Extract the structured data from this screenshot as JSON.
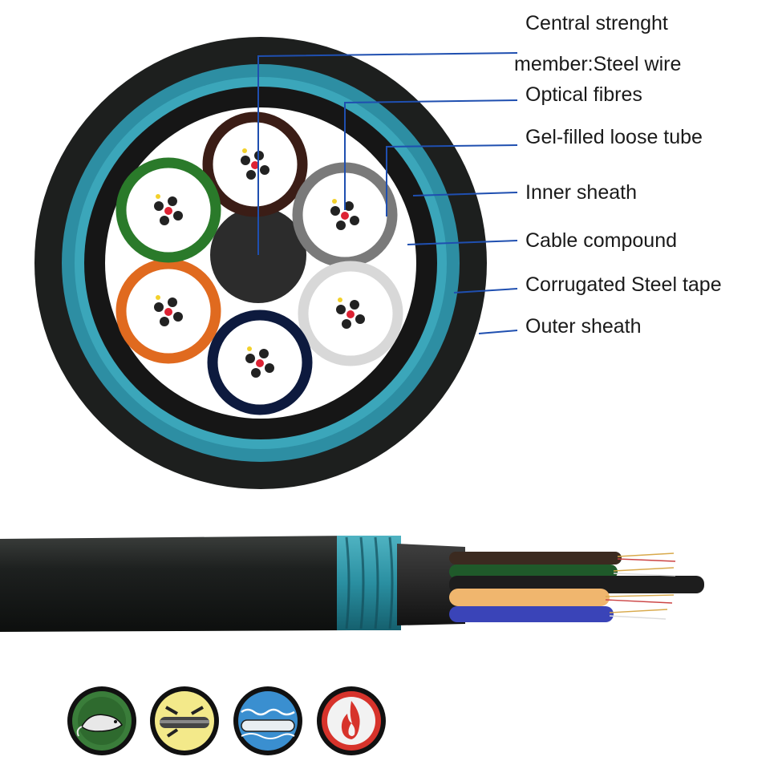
{
  "labels": {
    "central_line1": "Central strenght",
    "central_line2": "member:Steel wire",
    "optical_fibres": "Optical fibres",
    "loose_tube": "Gel-filled loose tube",
    "inner_sheath": "Inner sheath",
    "cable_compound": "Cable compound",
    "steel_tape": "Corrugated Steel tape",
    "outer_sheath": "Outer sheath"
  },
  "feature_icons": [
    {
      "name": "rodent-protection-icon",
      "ring": "#3a7d3a"
    },
    {
      "name": "crush-resistance-icon",
      "ring": "#f3e98a"
    },
    {
      "name": "water-resistance-icon",
      "ring": "#3a8fd0"
    },
    {
      "name": "flame-resistance-icon",
      "ring": "#d7332b"
    }
  ],
  "colors": {
    "leader_line": "#1f4fb0",
    "outer_sheath": "#1d1f1e",
    "steel_tape": "#2d8ea3",
    "tubes": [
      "#3b1d16",
      "#7a7a7a",
      "#d8d8d8",
      "#0d1a3e",
      "#e06a1f",
      "#2a7a2a"
    ]
  }
}
